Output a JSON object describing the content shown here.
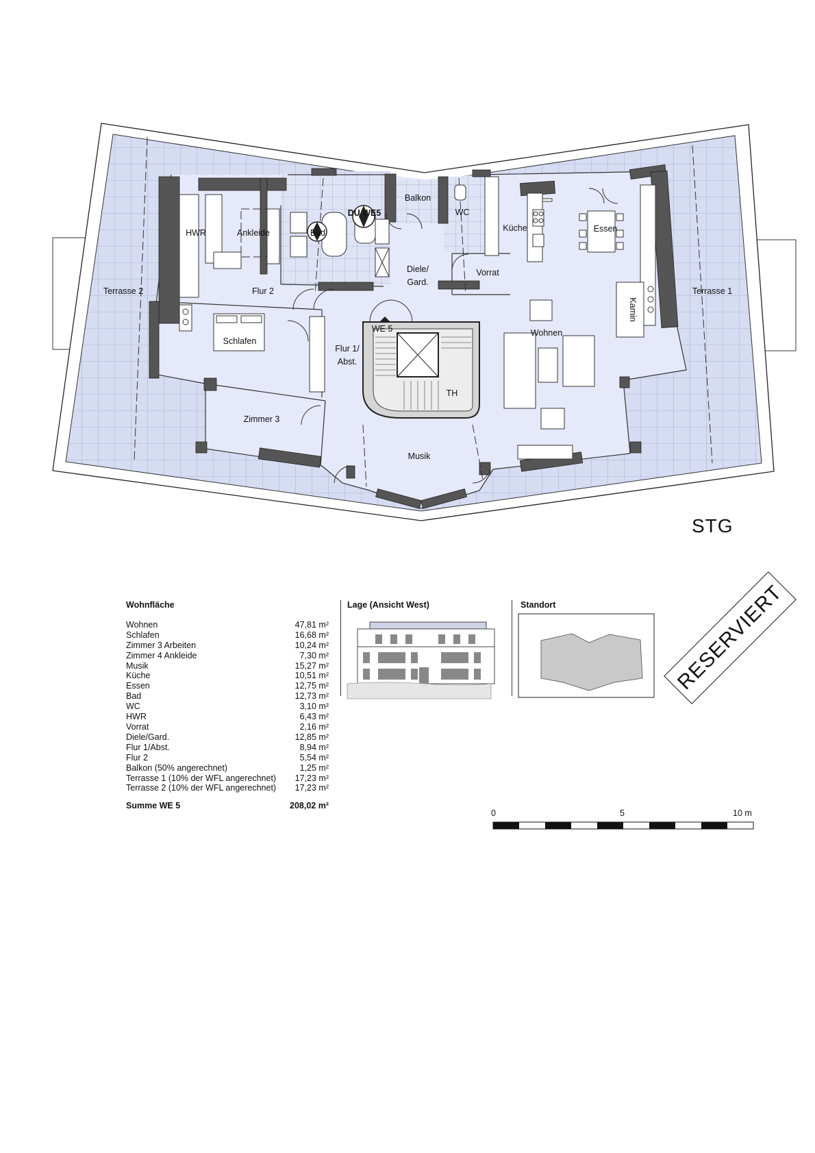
{
  "floor": "STG",
  "rooms": [
    {
      "id": "hwr",
      "label": "HWR"
    },
    {
      "id": "ankleide",
      "label": "Ankleide"
    },
    {
      "id": "bad",
      "label": "Bad"
    },
    {
      "id": "du",
      "label": "DU WE5"
    },
    {
      "id": "balkon",
      "label": "Balkon"
    },
    {
      "id": "wc",
      "label": "WC"
    },
    {
      "id": "kueche",
      "label": "Küche"
    },
    {
      "id": "essen",
      "label": "Essen"
    },
    {
      "id": "terrasse2",
      "label": "Terrasse 2"
    },
    {
      "id": "terrasse1",
      "label": "Terrasse 1"
    },
    {
      "id": "flur2",
      "label": "Flur 2"
    },
    {
      "id": "diele1",
      "label": "Diele/"
    },
    {
      "id": "diele2",
      "label": "Gard."
    },
    {
      "id": "vorrat",
      "label": "Vorrat"
    },
    {
      "id": "kamin",
      "label": "Kamin"
    },
    {
      "id": "schlafen",
      "label": "Schlafen"
    },
    {
      "id": "flur1a",
      "label": "Flur 1/"
    },
    {
      "id": "flur1b",
      "label": "Abst."
    },
    {
      "id": "we5",
      "label": "WE 5"
    },
    {
      "id": "wohnen",
      "label": "Wohnen"
    },
    {
      "id": "th",
      "label": "TH"
    },
    {
      "id": "zimmer3",
      "label": "Zimmer 3"
    },
    {
      "id": "musik",
      "label": "Musik"
    }
  ],
  "areas": {
    "title": "Wohnfläche",
    "rows": [
      {
        "name": "Wohnen",
        "value": "47,81 m²"
      },
      {
        "name": "Schlafen",
        "value": "16,68 m²"
      },
      {
        "name": "Zimmer 3 Arbeiten",
        "value": "10,24 m²"
      },
      {
        "name": "Zimmer 4 Ankleide",
        "value": "7,30 m²"
      },
      {
        "name": "Musik",
        "value": "15,27 m²"
      },
      {
        "name": "Küche",
        "value": "10,51 m²"
      },
      {
        "name": "Essen",
        "value": "12,75 m²"
      },
      {
        "name": "Bad",
        "value": "12,73 m²"
      },
      {
        "name": "WC",
        "value": "3,10 m²"
      },
      {
        "name": "HWR",
        "value": "6,43 m²"
      },
      {
        "name": "Vorrat",
        "value": "2,16 m²"
      },
      {
        "name": "Diele/Gard.",
        "value": "12,85 m²"
      },
      {
        "name": "Flur 1/Abst.",
        "value": "8,94 m²"
      },
      {
        "name": "Flur 2",
        "value": "5,54 m²"
      },
      {
        "name": "Balkon (50% angerechnet)",
        "value": "1,25 m²"
      },
      {
        "name": "Terrasse 1 (10% der WFL angerechnet)",
        "value": "17,23 m²"
      },
      {
        "name": "Terrasse 2 (10% der WFL angerechnet)",
        "value": "17,23 m²"
      }
    ],
    "sum_label": "Summe WE 5",
    "sum_value": "208,02 m²"
  },
  "lage_title": "Lage (Ansicht West)",
  "standort_title": "Standort",
  "scale": {
    "start": "0",
    "mid": "5",
    "end": "10 m"
  },
  "stamp": "RESERVIERT",
  "colors": {
    "floor": "#e6e9f9",
    "terrace": "#d6dcf2",
    "wall": "#555555"
  }
}
